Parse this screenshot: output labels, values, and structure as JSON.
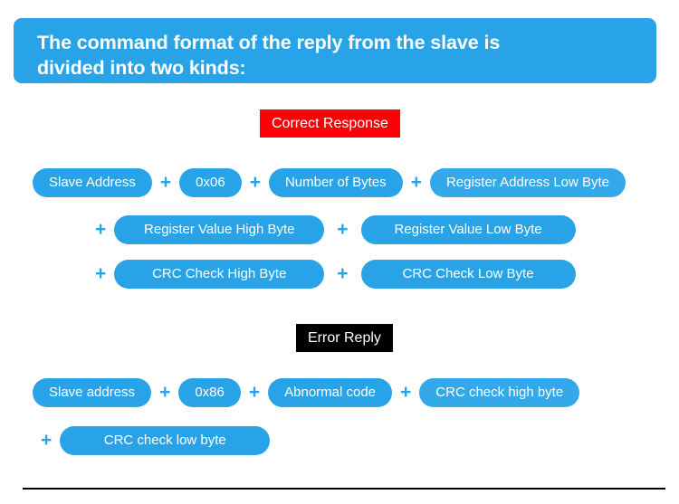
{
  "banner": {
    "line1": "The command format of the reply from the slave is",
    "line2": "divided into two kinds:",
    "color": "#29a3e8"
  },
  "sections": [
    {
      "label": "Correct Response",
      "label_background": "#fb0107",
      "label_text_color": "#ffffff",
      "rows": [
        {
          "leading_plus": "",
          "items": [
            "Slave Address",
            "0x06",
            "Number of Bytes",
            "Register Address Low Byte"
          ],
          "separator": "+"
        },
        {
          "leading_plus": "+",
          "items": [
            "Register Value High Byte",
            "Register Value Low Byte"
          ],
          "separator": "+"
        },
        {
          "leading_plus": "+",
          "items": [
            "CRC Check High Byte",
            "CRC Check Low Byte"
          ],
          "separator": "+"
        }
      ]
    },
    {
      "label": "Error Reply",
      "label_background": "#000000",
      "label_text_color": "#ffffff",
      "rows": [
        {
          "leading_plus": "",
          "items": [
            "Slave address",
            "0x86",
            "Abnormal code",
            "CRC check high byte"
          ],
          "separator": "+"
        },
        {
          "leading_plus": "+",
          "items": [
            "CRC check low byte"
          ],
          "separator": "+"
        }
      ]
    }
  ],
  "pill_color": "#29a3e8",
  "separator_symbol": "+"
}
